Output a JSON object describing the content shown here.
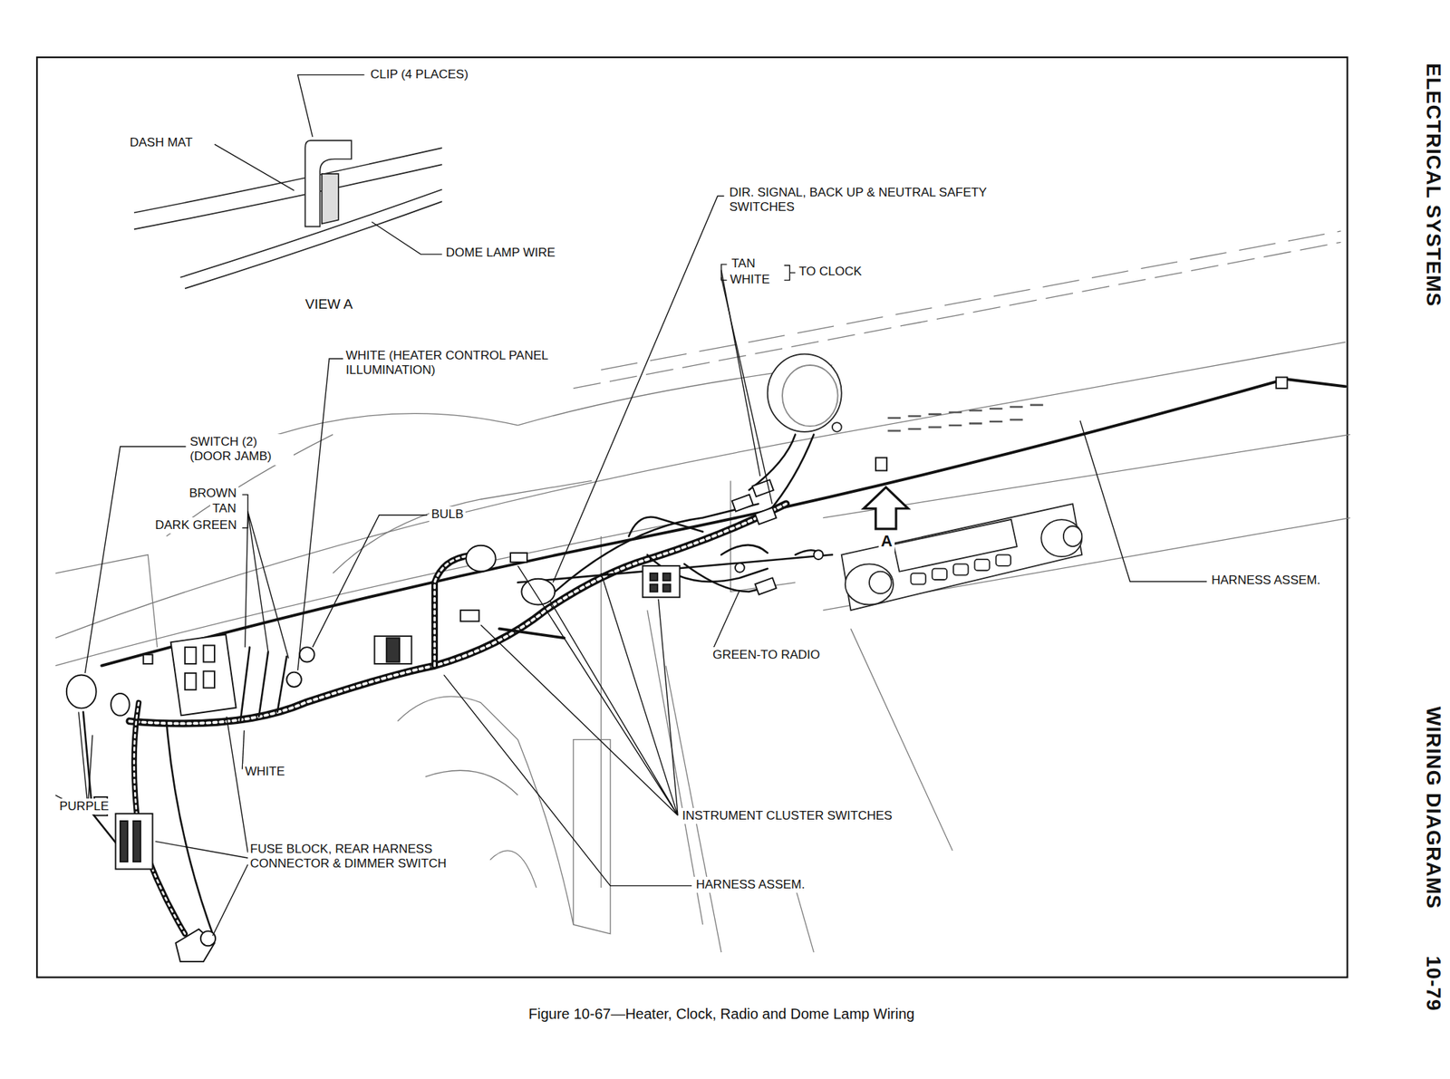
{
  "diagram": {
    "caption": "Figure 10-67—Heater, Clock, Radio and Dome Lamp Wiring",
    "labels": [
      "CLIP (4 PLACES)",
      "DASH MAT",
      "DOME LAMP WIRE",
      "VIEW A",
      "DIR. SIGNAL, BACK UP & NEUTRAL SAFETY SWITCHES",
      "TAN",
      "WHITE",
      "TO CLOCK",
      "WHITE (HEATER CONTROL PANEL ILLUMINATION)",
      "SWITCH (2) (DOOR JAMB)",
      "BROWN",
      "TAN",
      "DARK GREEN",
      "BULB",
      "A",
      "HARNESS ASSEM.",
      "GREEN-TO RADIO",
      "WHITE",
      "PURPLE",
      "FUSE BLOCK, REAR HARNESS CONNECTOR & DIMMER SWITCH",
      "INSTRUMENT CLUSTER SWITCHES",
      "HARNESS ASSEM.",
      "ELECTRICAL SYSTEMS",
      "WIRING DIAGRAMS",
      "10-79"
    ]
  }
}
